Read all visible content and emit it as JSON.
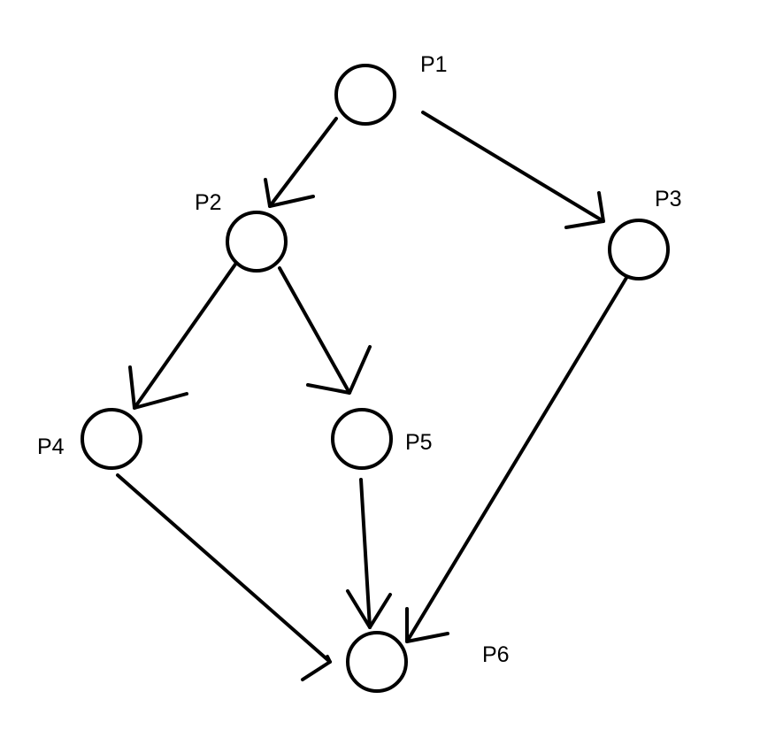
{
  "diagram": {
    "type": "directed-graph",
    "nodes": [
      {
        "id": "P1",
        "label": "P1"
      },
      {
        "id": "P2",
        "label": "P2"
      },
      {
        "id": "P3",
        "label": "P3"
      },
      {
        "id": "P4",
        "label": "P4"
      },
      {
        "id": "P5",
        "label": "P5"
      },
      {
        "id": "P6",
        "label": "P6"
      }
    ],
    "edges": [
      {
        "from": "P1",
        "to": "P2"
      },
      {
        "from": "P1",
        "to": "P3"
      },
      {
        "from": "P2",
        "to": "P4"
      },
      {
        "from": "P2",
        "to": "P5"
      },
      {
        "from": "P3",
        "to": "P6"
      },
      {
        "from": "P4",
        "to": "P6"
      },
      {
        "from": "P5",
        "to": "P6"
      }
    ],
    "colors": {
      "stroke": "#000000",
      "background": "#ffffff"
    }
  }
}
